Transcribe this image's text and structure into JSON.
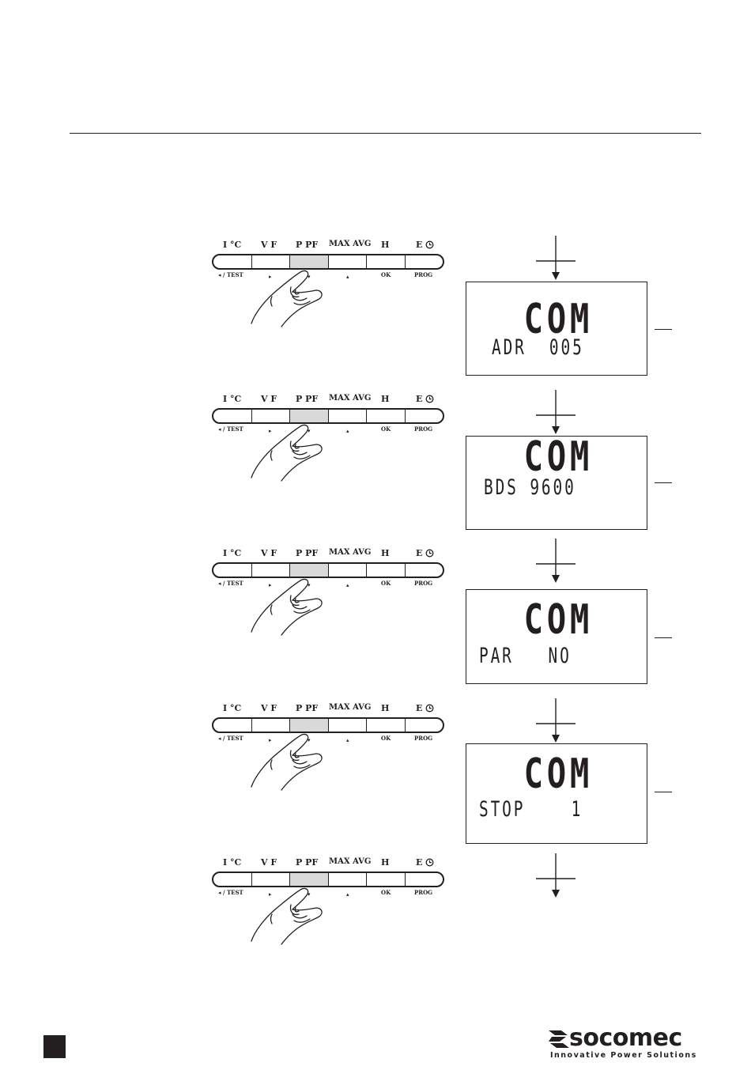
{
  "keypad": {
    "top_labels": {
      "i_c": "I  °C",
      "v_f": "V  F",
      "p_pf": "P  PF",
      "max_avg": "MAX AVG",
      "h": "H",
      "e": "E"
    },
    "bottom_labels": {
      "test": "◂ / TEST",
      "right": "▸",
      "down": "▾",
      "up": "▴",
      "ok": "OK",
      "prog": "PROG"
    },
    "pressed_key": "P PF",
    "icons": [
      "clock-icon",
      "hand-press-icon",
      "arrow-down-icon"
    ]
  },
  "screens": [
    {
      "big": "COM",
      "line": "ADR  005"
    },
    {
      "big": "COM",
      "line": "BDS 9600"
    },
    {
      "big": "COM",
      "line": "PAR   NO"
    },
    {
      "big": "COM",
      "line": "STOP    1"
    }
  ],
  "logo": {
    "name": "socomec",
    "tagline": "Innovative Power Solutions"
  },
  "colors": {
    "ink": "#231f20",
    "pressed_key": "#d9d9d9"
  }
}
